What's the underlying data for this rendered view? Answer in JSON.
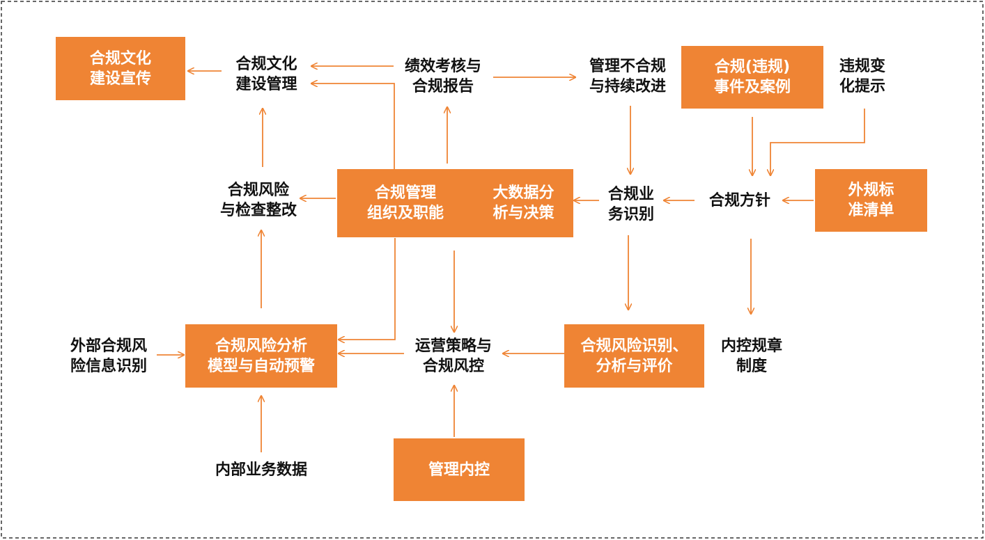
{
  "colors": {
    "accent": "#ef8434",
    "text": "#111111",
    "border": "#333333"
  },
  "nodes": {
    "culture_promo": [
      "合规文化",
      "建设宣传"
    ],
    "culture_mgmt": [
      "合规文化",
      "建设管理"
    ],
    "perf_report": [
      "绩效考核与",
      "合规报告"
    ],
    "noncompliance": [
      "管理不合规",
      "与持续改进"
    ],
    "violation_cases": [
      "合规(违规)",
      "事件及案例"
    ],
    "violation_change": [
      "违规变",
      "化提示"
    ],
    "risk_inspection": [
      "合规风险",
      "与检查整改"
    ],
    "center_org": [
      "合规管理",
      "组织及职能"
    ],
    "center_bigdata": [
      "大数据分",
      "析与决策"
    ],
    "biz_identify": [
      "合规业",
      "务识别"
    ],
    "policy": [
      "合规方针"
    ],
    "external_std": [
      "外规标",
      "准清单"
    ],
    "external_info": [
      "外部合规风",
      "险信息识别"
    ],
    "risk_model": [
      "合规风险分析",
      "模型与自动预警"
    ],
    "ops_strategy": [
      "运营策略与",
      "合规风控"
    ],
    "risk_eval": [
      "合规风险识别、",
      "分析与评价"
    ],
    "internal_rules": [
      "内控规章",
      "制度"
    ],
    "internal_data": [
      "内部业务数据"
    ],
    "mgmt_control": [
      "管理内控"
    ]
  }
}
